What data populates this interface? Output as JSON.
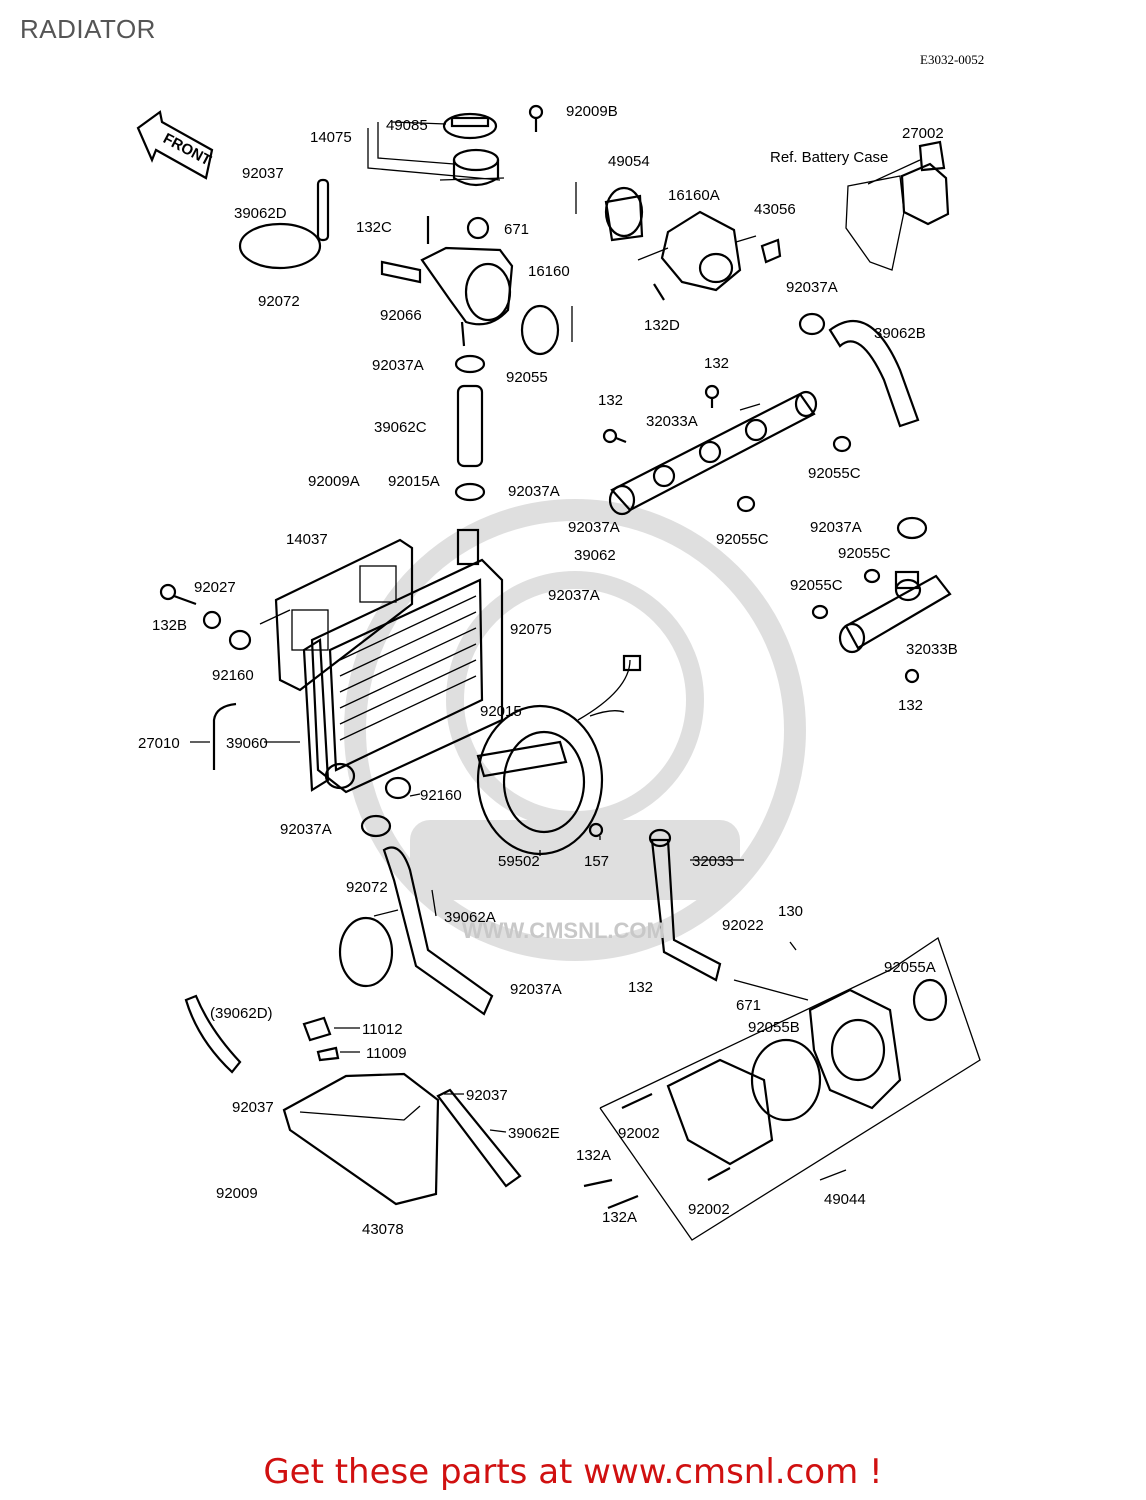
{
  "page": {
    "title": "RADIATOR",
    "diagram_code": "E3032-0052"
  },
  "front_arrow": {
    "label": "FRONT",
    "icon": "front-direction-arrow-icon"
  },
  "ref_note": "Ref. Battery Case",
  "watermark": {
    "text": "WWW.CMSNL.COM",
    "logo": "cms-logo"
  },
  "labels": [
    "49085",
    "92009B",
    "14075",
    "92037",
    "49054",
    "27002",
    "16160A",
    "39062D",
    "132C",
    "671",
    "43056",
    "16160",
    "92072",
    "92066",
    "132D",
    "92037A",
    "39062B",
    "92037A",
    "92055",
    "132",
    "132",
    "32033A",
    "39062C",
    "92055C",
    "92009A",
    "92015A",
    "92037A",
    "92037A",
    "92055C",
    "92037A",
    "14037",
    "39062",
    "92055C",
    "92027",
    "92055C",
    "92037A",
    "132B",
    "92075",
    "32033B",
    "92160",
    "132",
    "92015",
    "27010",
    "39060",
    "92160",
    "92037A",
    "59502",
    "157",
    "32033",
    "92072",
    "39062A",
    "130",
    "92022",
    "132",
    "92055A",
    "671",
    "92037A",
    "(39062D)",
    "11012",
    "92055B",
    "11009",
    "92037",
    "92037",
    "39062E",
    "92002",
    "132A",
    "92009",
    "132A",
    "92002",
    "49044",
    "43078"
  ],
  "footer": "Get these parts at www.cmsnl.com !"
}
